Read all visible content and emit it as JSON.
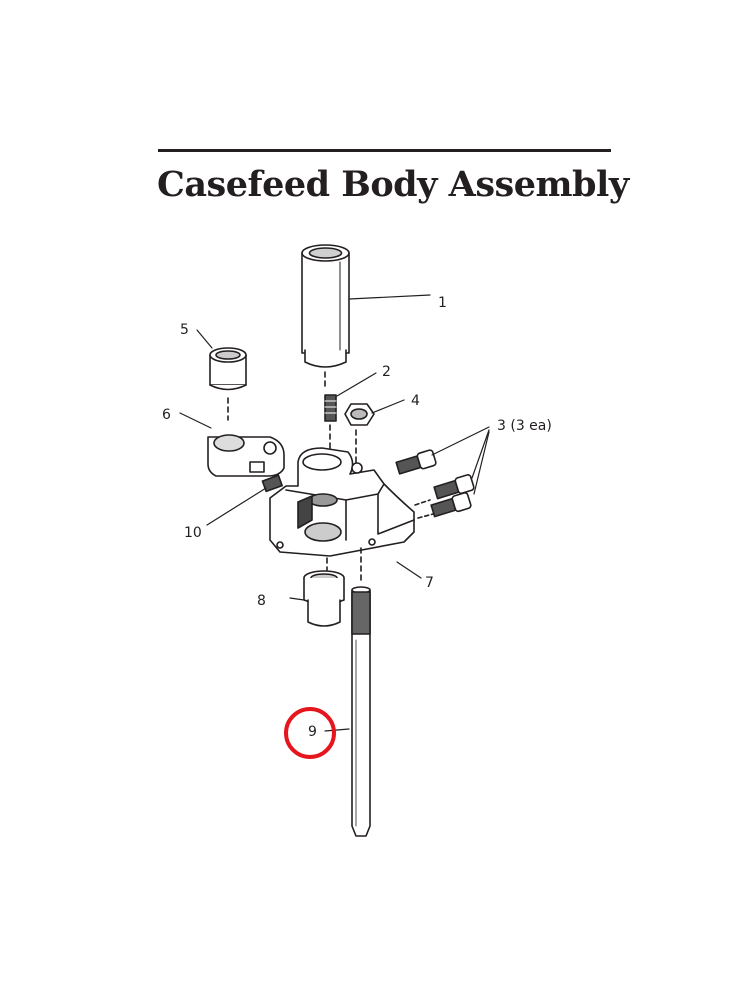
{
  "page": {
    "title": "Casefeed Body Assembly"
  },
  "diagram": {
    "parts": [
      {
        "id": "part-1",
        "label": "1"
      },
      {
        "id": "part-2",
        "label": "2"
      },
      {
        "id": "part-3",
        "label": "3 (3 ea)"
      },
      {
        "id": "part-4",
        "label": "4"
      },
      {
        "id": "part-5",
        "label": "5"
      },
      {
        "id": "part-6",
        "label": "6"
      },
      {
        "id": "part-7",
        "label": "7"
      },
      {
        "id": "part-8",
        "label": "8"
      },
      {
        "id": "part-9",
        "label": "9"
      },
      {
        "id": "part-10",
        "label": "10"
      }
    ],
    "highlighted_part": "9",
    "highlight_color": "#e5161d",
    "line_color": "#231f20"
  }
}
